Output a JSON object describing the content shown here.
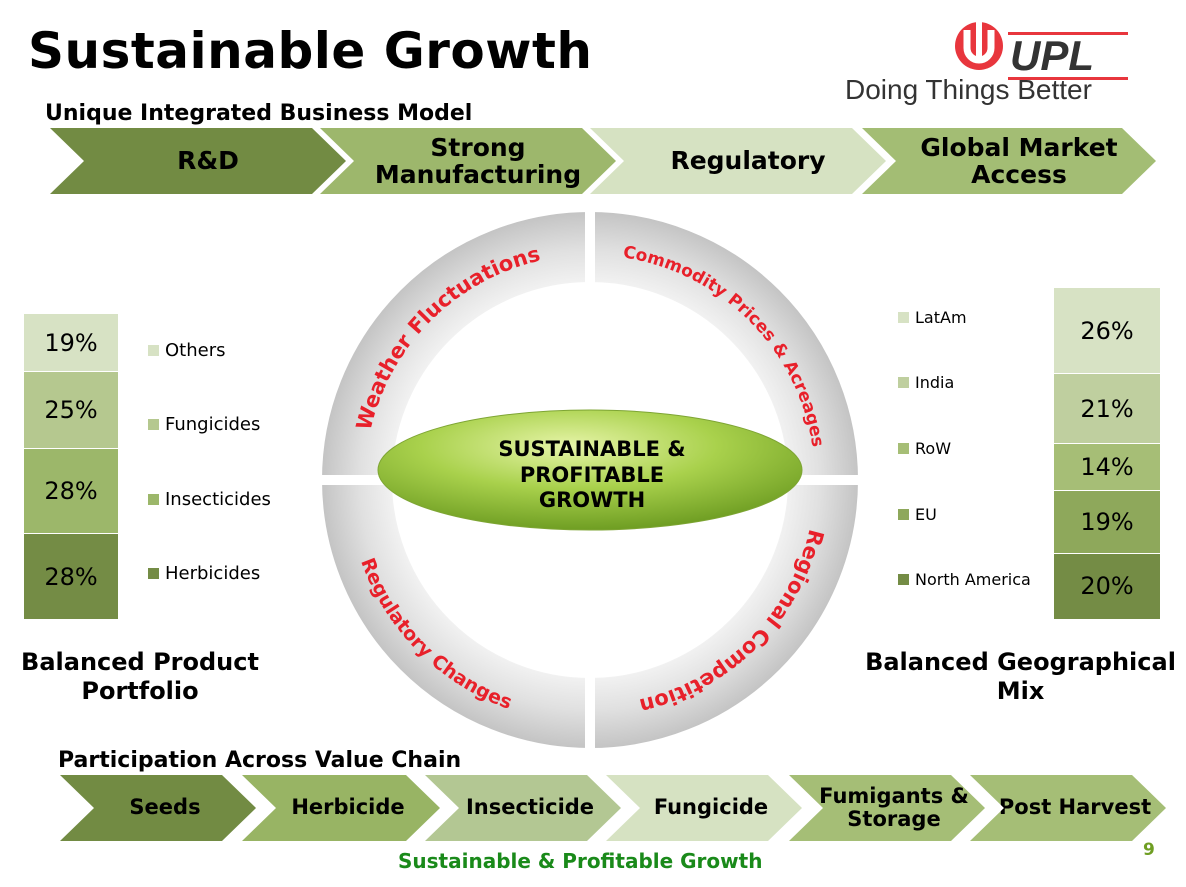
{
  "title": "Sustainable Growth",
  "logo": {
    "brand": "UPL",
    "tagline": "Doing Things Better",
    "color": "#e8363d"
  },
  "business_model": {
    "heading": "Unique Integrated Business Model",
    "steps": [
      "R&D",
      "Strong Manufacturing",
      "Regulatory",
      "Global Market Access"
    ]
  },
  "ring": {
    "segments": [
      "Weather Fluctuations",
      "Commodity Prices & Acreages",
      "Regional Competition",
      "Regulatory Changes"
    ],
    "center": [
      "SUSTAINABLE &",
      "PROFITABLE",
      "GROWTH"
    ],
    "text_color": "#e8202a"
  },
  "chart_data": [
    {
      "type": "bar",
      "stacked": true,
      "title": "Balanced Product Portfolio",
      "categories": [
        "Herbicides",
        "Insecticides",
        "Fungicides",
        "Others"
      ],
      "values": [
        28,
        28,
        25,
        19
      ],
      "labels": [
        "28%",
        "28%",
        "25%",
        "19%"
      ],
      "colors": [
        "#748c45",
        "#9cb76a",
        "#b5c88f",
        "#d7e2c4"
      ],
      "legend": "right"
    },
    {
      "type": "bar",
      "stacked": true,
      "title": "Balanced Geographical Mix",
      "categories": [
        "North America",
        "EU",
        "RoW",
        "India",
        "LatAm"
      ],
      "values": [
        20,
        19,
        14,
        21,
        26
      ],
      "labels": [
        "20%",
        "19%",
        "14%",
        "21%",
        "26%"
      ],
      "colors": [
        "#748c45",
        "#8ea85b",
        "#a6be76",
        "#bfcf9f",
        "#d7e2c4"
      ],
      "legend": "left"
    }
  ],
  "captions": {
    "left": [
      "Balanced Product",
      "Portfolio"
    ],
    "right": [
      "Balanced Geographical",
      "Mix"
    ]
  },
  "value_chain": {
    "heading": "Participation Across Value Chain",
    "steps": [
      "Seeds",
      "Herbicide",
      "Insecticide",
      "Fungicide",
      "Fumigants & Storage",
      "Post Harvest"
    ]
  },
  "footer": {
    "tagline": "Sustainable & Profitable Growth",
    "page": "9"
  }
}
